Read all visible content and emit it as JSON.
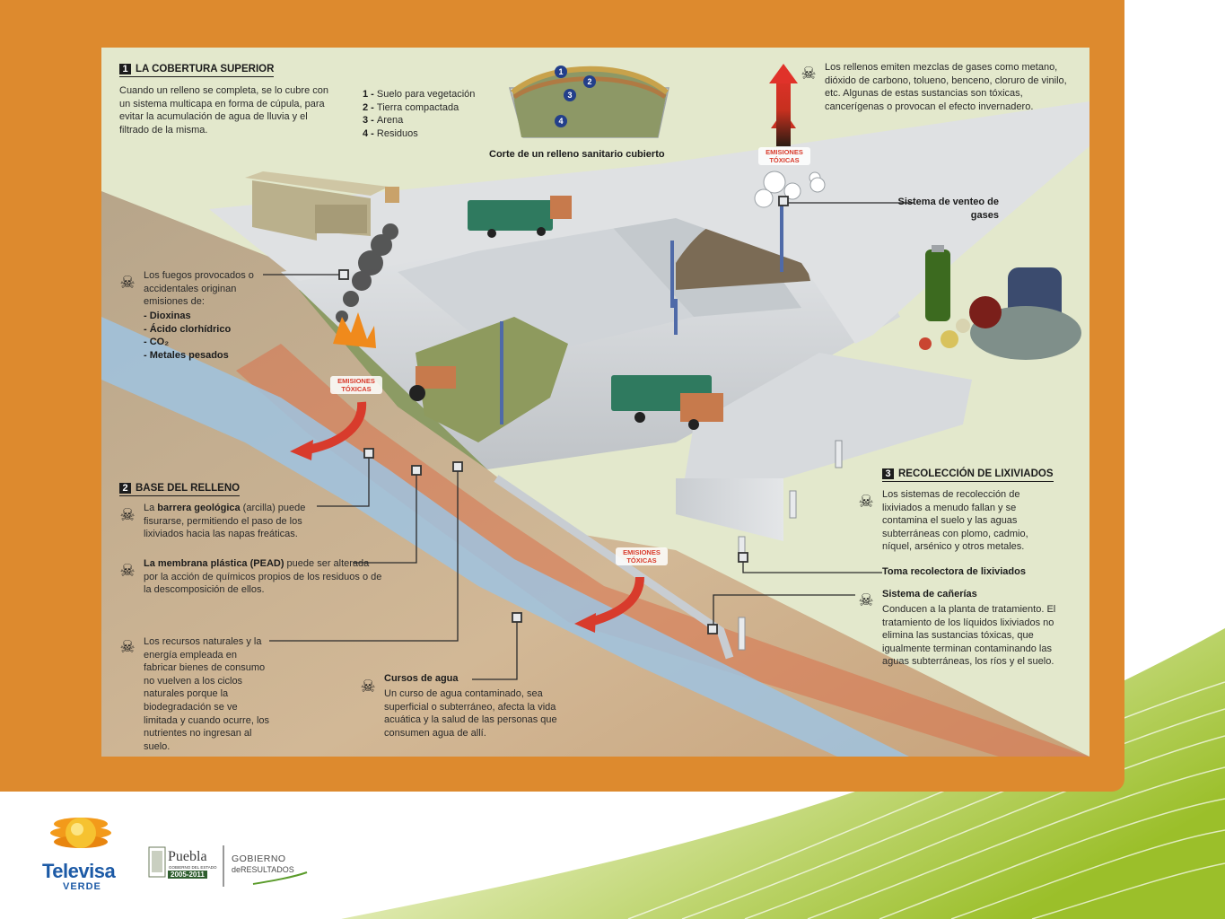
{
  "section1": {
    "number": "1",
    "heading": "LA COBERTURA SUPERIOR",
    "text": "Cuando un relleno se completa, se lo cubre con un sistema multicapa en forma de cúpula, para evitar la acumulación de agua de lluvia y el filtrado de la misma.",
    "layers": [
      {
        "num": "1",
        "label": "Suelo para vegetación"
      },
      {
        "num": "2",
        "label": "Tierra compactada"
      },
      {
        "num": "3",
        "label": "Arena"
      },
      {
        "num": "4",
        "label": "Residuos"
      }
    ],
    "cross_section_caption": "Corte de un relleno sanitario cubierto"
  },
  "gases": {
    "text": "Los rellenos emiten mezclas de gases como metano, dióxido de carbono, tolueno, benceno, cloruro de vinilo, etc. Algunas de estas sustancias son tóxicas, cancerígenas o provocan el efecto invernadero.",
    "emissions_label": "EMISIONES TÓXICAS",
    "vent_label": "Sistema de venteo de gases"
  },
  "fires": {
    "text": "Los fuegos provocados o accidentales originan emisiones de:",
    "items": [
      "- Dioxinas",
      "- Ácido clorhídrico",
      "- CO₂",
      "- Metales pesados"
    ]
  },
  "emissions_label_left": "EMISIONES TÓXICAS",
  "emissions_label_bottom": "EMISIONES TÓXICAS",
  "section2": {
    "number": "2",
    "heading": "BASE DEL RELLENO",
    "barrier_bold": "barrera geológica",
    "barrier_pre": "La ",
    "barrier_post": " (arcilla) puede fisurarse, permitiendo el paso de los lixiviados hacia las napas freáticas.",
    "membrane_bold": "La membrana plástica (PEAD)",
    "membrane_post": " puede ser alterada por la acción de químicos propios de los residuos o de la descomposición de ellos.",
    "resources_text": "Los recursos naturales y la energía empleada en fabricar bienes de consumo no vuelven a los ciclos naturales porque la biodegradación se ve limitada y cuando ocurre, los nutrientes no ingresan al suelo."
  },
  "water": {
    "title": "Cursos de agua",
    "text": "Un curso de agua contaminado, sea superficial o subterráneo, afecta la vida acuática y la salud de las personas que consumen agua de allí."
  },
  "section3": {
    "number": "3",
    "heading": "RECOLECCIÓN DE LIXIVIADOS",
    "text": "Los sistemas de recolección de lixiviados a menudo fallan y se contamina el suelo y las aguas subterráneas con plomo, cadmio, níquel, arsénico y otros metales.",
    "intake_label": "Toma recolectora de lixiviados",
    "pipes_title": "Sistema de cañerías",
    "pipes_text": "Conducen a la planta de tratamiento. El tratamiento de los líquidos lixiviados no elimina las sustancias tóxicas, que igualmente terminan contaminando las aguas subterráneas, los ríos y el suelo."
  },
  "logos": {
    "televisa": "Televisa",
    "verde": "VERDE",
    "puebla": "Puebla",
    "puebla_sub": "GOBIERNO DEL ESTADO",
    "puebla_years": "2005-2011",
    "gobierno": "GOBIERNO",
    "resultados_pre": "de",
    "resultados": "RESULTADOS"
  },
  "colors": {
    "orange_panel": "#dd8a2e",
    "toxic_red": "#d83b2c",
    "water_blue": "#9fc3e0",
    "green_background": "#a6c23a"
  }
}
